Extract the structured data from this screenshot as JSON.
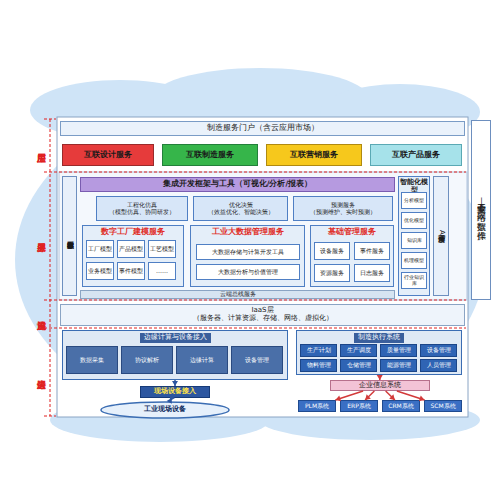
{
  "diagram": {
    "nodes": [
      {
        "text": [
          "制造服务门户（含云应用市场）"
        ]
      },
      {
        "text": [
          "互联设计服务"
        ]
      },
      {
        "text": [
          "互联制造服务"
        ]
      },
      {
        "text": [
          "互联营销服务"
        ]
      },
      {
        "text": [
          "互联产品服务"
        ]
      },
      {
        "text": [
          "工业云安全—网络、数据、操作"
        ]
      },
      {
        "text": [
          "数字工厂参考模型标准体系"
        ]
      },
      {
        "text": [
          "集成开发框架与工具（可视化/分析/报表）"
        ]
      },
      {
        "text": [
          "工程化仿真",
          "（模型仿真、协同研发）"
        ]
      },
      {
        "text": [
          "优化决策",
          "（效益优化、智能决策）"
        ]
      },
      {
        "text": [
          "预测服务",
          "（预测维护、实时预测）"
        ]
      },
      {
        "text": [
          "数字工厂建模服务"
        ]
      },
      {
        "text": [
          "工厂模型"
        ],
        "in": 11
      },
      {
        "text": [
          "产品模型"
        ],
        "in": 11
      },
      {
        "text": [
          "工艺模型"
        ],
        "in": 11
      },
      {
        "text": [
          "业务模型"
        ],
        "in": 11
      },
      {
        "text": [
          "事件模型"
        ],
        "in": 11
      },
      {
        "text": [
          "……"
        ],
        "in": 11
      },
      {
        "text": [
          "工业大数据管理服务"
        ]
      },
      {
        "text": [
          "大数据存储与计算开发工具"
        ],
        "in": 18
      },
      {
        "text": [
          "大数据分析与价值管理"
        ],
        "in": 18
      },
      {
        "text": [
          "基础管理服务"
        ]
      },
      {
        "text": [
          "设备服务"
        ],
        "in": 21
      },
      {
        "text": [
          "事件服务"
        ],
        "in": 21
      },
      {
        "text": [
          "资源服务"
        ],
        "in": 21
      },
      {
        "text": [
          "日志服务"
        ],
        "in": 21
      },
      {
        "text": [
          "云端总线服务"
        ]
      },
      {
        "text": [
          "智能化模型"
        ]
      },
      {
        "text": [
          "分析模型"
        ],
        "in": 27
      },
      {
        "text": [
          "优化模型"
        ],
        "in": 27
      },
      {
        "text": [
          "知识库"
        ],
        "in": 27
      },
      {
        "text": [
          "机理模型"
        ],
        "in": 27
      },
      {
        "text": [
          "行业知识库"
        ],
        "in": 27
      },
      {
        "text": [
          "开放可调用平台API"
        ]
      },
      {
        "text": [
          "IaaS层",
          "（服务器、计算资源、存储、网络、虚拟化）"
        ]
      },
      {
        "text": [
          "边缘计算与设备接入"
        ]
      },
      {
        "text": [
          "数据采集"
        ],
        "in": 35
      },
      {
        "text": [
          "协议解析"
        ],
        "in": 35
      },
      {
        "text": [
          "边缘计算"
        ],
        "in": 35
      },
      {
        "text": [
          "设备管理"
        ],
        "in": 35
      },
      {
        "text": [
          "现场设备接入"
        ]
      },
      {
        "text": [
          "工业现场设备"
        ]
      },
      {
        "text": [
          "制造执行系统"
        ]
      },
      {
        "text": [
          "生产计划"
        ],
        "in": 42
      },
      {
        "text": [
          "生产调度"
        ],
        "in": 42
      },
      {
        "text": [
          "质量管理"
        ],
        "in": 42
      },
      {
        "text": [
          "设备管理"
        ],
        "in": 42
      },
      {
        "text": [
          "物料管理"
        ],
        "in": 42
      },
      {
        "text": [
          "仓储管理"
        ],
        "in": 42
      },
      {
        "text": [
          "能源管理"
        ],
        "in": 42
      },
      {
        "text": [
          "人员管理"
        ],
        "in": 42
      },
      {
        "text": [
          "企业信息系统"
        ]
      },
      {
        "text": [
          "PLM系统"
        ]
      },
      {
        "text": [
          "ERP系统"
        ]
      },
      {
        "text": [
          "CRM系统"
        ]
      },
      {
        "text": [
          "SCM系统"
        ]
      }
    ],
    "edges": [
      {
        "from": 35,
        "to": 40,
        "arrow": "to"
      },
      {
        "from": 40,
        "to": 41,
        "arrow": "both"
      },
      {
        "from": 42,
        "to": 51,
        "arrow": "to"
      },
      {
        "from": 51,
        "to": 52,
        "arrow": "to"
      },
      {
        "from": 51,
        "to": 53,
        "arrow": "to"
      },
      {
        "from": 51,
        "to": 54,
        "arrow": "to"
      },
      {
        "from": 51,
        "to": 55,
        "arrow": "to"
      }
    ],
    "labels": [
      "应用层",
      "服务层",
      "设施层",
      "边缘层"
    ]
  }
}
